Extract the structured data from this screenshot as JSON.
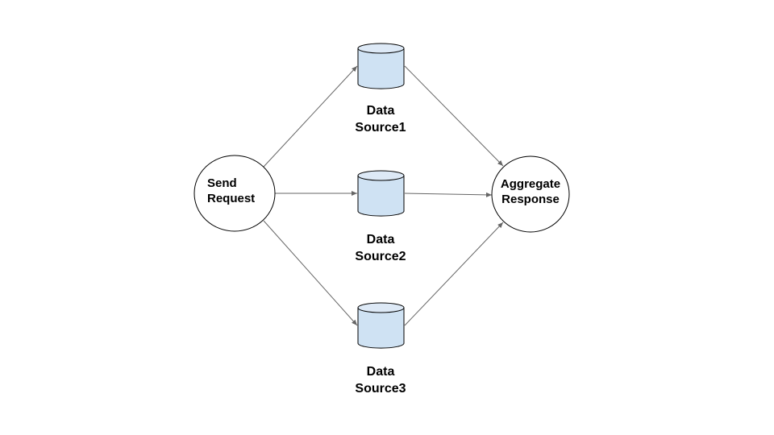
{
  "diagram": {
    "title": "",
    "colors": {
      "background": "#ffffff",
      "node_stroke": "#000000",
      "node_fill": "#ffffff",
      "cylinder_fill": "#cfe2f3",
      "cylinder_top_fill": "#dde9f6",
      "edge_color": "#666666",
      "text": "#000000"
    },
    "nodes": [
      {
        "id": "send",
        "shape": "circle",
        "lines": [
          "Send",
          "Request"
        ]
      },
      {
        "id": "ds1",
        "shape": "cylinder",
        "lines": [
          "Data",
          "Source1"
        ]
      },
      {
        "id": "ds2",
        "shape": "cylinder",
        "lines": [
          "Data",
          "Source2"
        ]
      },
      {
        "id": "ds3",
        "shape": "cylinder",
        "lines": [
          "Data",
          "Source3"
        ]
      },
      {
        "id": "agg",
        "shape": "circle",
        "lines": [
          "Aggregate",
          "Response"
        ]
      }
    ],
    "edges": [
      {
        "from": "send",
        "to": "ds1",
        "arrow": "end"
      },
      {
        "from": "send",
        "to": "ds2",
        "arrow": "end"
      },
      {
        "from": "send",
        "to": "ds3",
        "arrow": "end"
      },
      {
        "from": "ds1",
        "to": "agg",
        "arrow": "end"
      },
      {
        "from": "ds2",
        "to": "agg",
        "arrow": "end"
      },
      {
        "from": "ds3",
        "to": "agg",
        "arrow": "end"
      }
    ]
  }
}
